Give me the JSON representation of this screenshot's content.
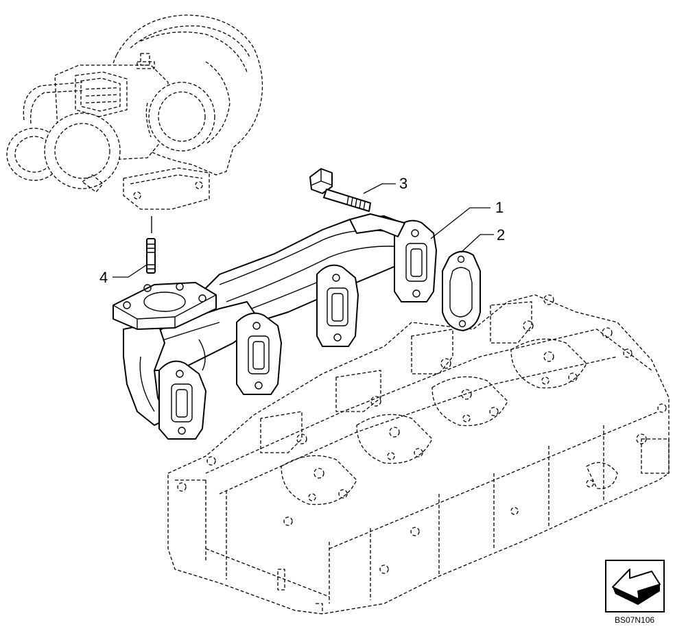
{
  "callouts": {
    "c1": "1",
    "c2": "2",
    "c3": "3",
    "c4": "4"
  },
  "figure_code": "BS07N106",
  "icons": {
    "orientation": "orientation-arrow-icon"
  }
}
